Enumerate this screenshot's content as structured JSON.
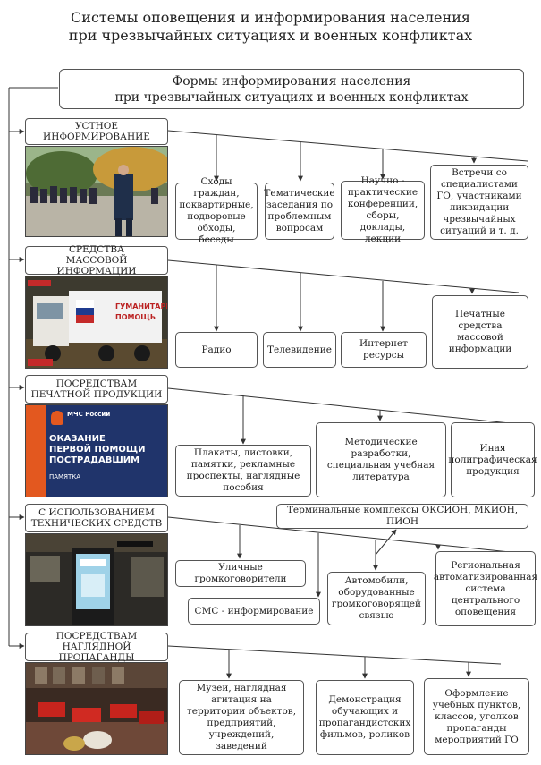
{
  "page": {
    "title_line1": "Системы оповещения и информирования населения",
    "title_line2": "при чрезвычайных ситуациях и военных конфликтах"
  },
  "main_box": {
    "line1": "Формы информирования населения",
    "line2": "при чрезвычайных ситуациях и военных конфликтах"
  },
  "sections": [
    {
      "label_line1": "УСТНОЕ",
      "label_line2": "ИНФОРМИРОВАНИЕ",
      "image": "crowd-photo",
      "items": [
        "Сходы граждан, поквартирные, подворовые обходы, беседы",
        "Тематические заседания по проблемным вопросам",
        "Научно - практические конференции, сборы, доклады, лекции",
        "Встречи со специалистами ГО, участниками ликвидации чрезвычайных ситуаций и т. д."
      ]
    },
    {
      "label_line1": "СРЕДСТВА",
      "label_line2": "МАССОВОЙ ИНФОРМАЦИИ",
      "image": "truck-photo",
      "items": [
        "Радио",
        "Телевидение",
        "Интернет ресурсы",
        "Печатные средства массовой информации"
      ]
    },
    {
      "label_line1": "ПОСРЕДСТВАМ",
      "label_line2": "ПЕЧАТНОЙ ПРОДУКЦИИ",
      "image": "pamphlet",
      "pamphlet": {
        "org": "МЧС России",
        "title_lines": [
          "ОКАЗАНИЕ",
          "ПЕРВОЙ ПОМОЩИ",
          "ПОСТРАДАВШИМ"
        ],
        "subtitle": "ПАМЯТКА"
      },
      "items": [
        "Плакаты, листовки, памятки, рекламные проспекты, наглядные пособия",
        "Методические разработки, специальная учебная литература",
        "Иная полиграфическая продукция"
      ]
    },
    {
      "label_line1": "С ИСПОЛЬЗОВАНИЕМ",
      "label_line2": "ТЕХНИЧЕСКИХ СРЕДСТВ",
      "image": "terminal-photo",
      "items": [
        "Терминальные комплексы ОКСИОН, МКИОН, ПИОН",
        "Уличные громкоговорители",
        "СМС - информирование",
        "Автомобили, оборудованные громкоговорящей связью",
        "Региональная автоматизированная система центрального оповещения"
      ]
    },
    {
      "label_line1": "ПОСРЕДСТВАМ",
      "label_line2": "НАГЛЯДНОЙ ПРОПАГАНДЫ",
      "image": "museum-photo",
      "items": [
        "Музеи, наглядная агитация на территории объектов, предприятий, учреждений, заведений",
        "Демонстрация обучающих и пропагандистских фильмов, роликов",
        "Оформление учебных пунктов, классов, уголков пропаганды мероприятий ГО"
      ]
    }
  ]
}
